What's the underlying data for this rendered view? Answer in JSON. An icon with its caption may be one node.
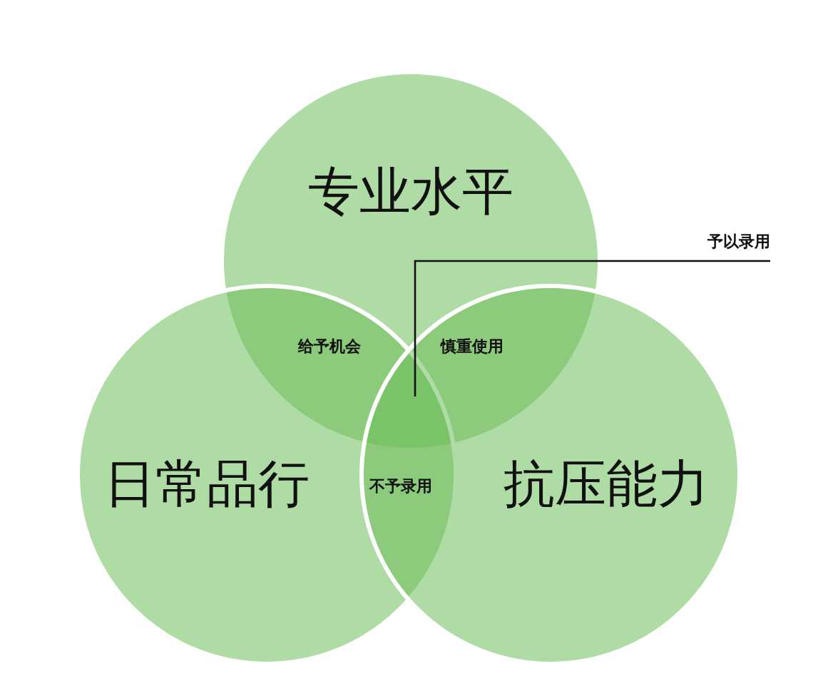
{
  "diagram": {
    "nodes": [
      {
        "text": [
          "专业水平"
        ]
      },
      {
        "text": [
          "日常品行"
        ]
      },
      {
        "text": [
          "抗压能力"
        ]
      },
      {
        "text": [
          "予以录用"
        ]
      }
    ],
    "edges": [
      {
        "from": 3,
        "to": 0,
        "arrow": "none"
      }
    ],
    "labels": [
      "给予机会",
      "慎重使用",
      "不予录用"
    ]
  }
}
